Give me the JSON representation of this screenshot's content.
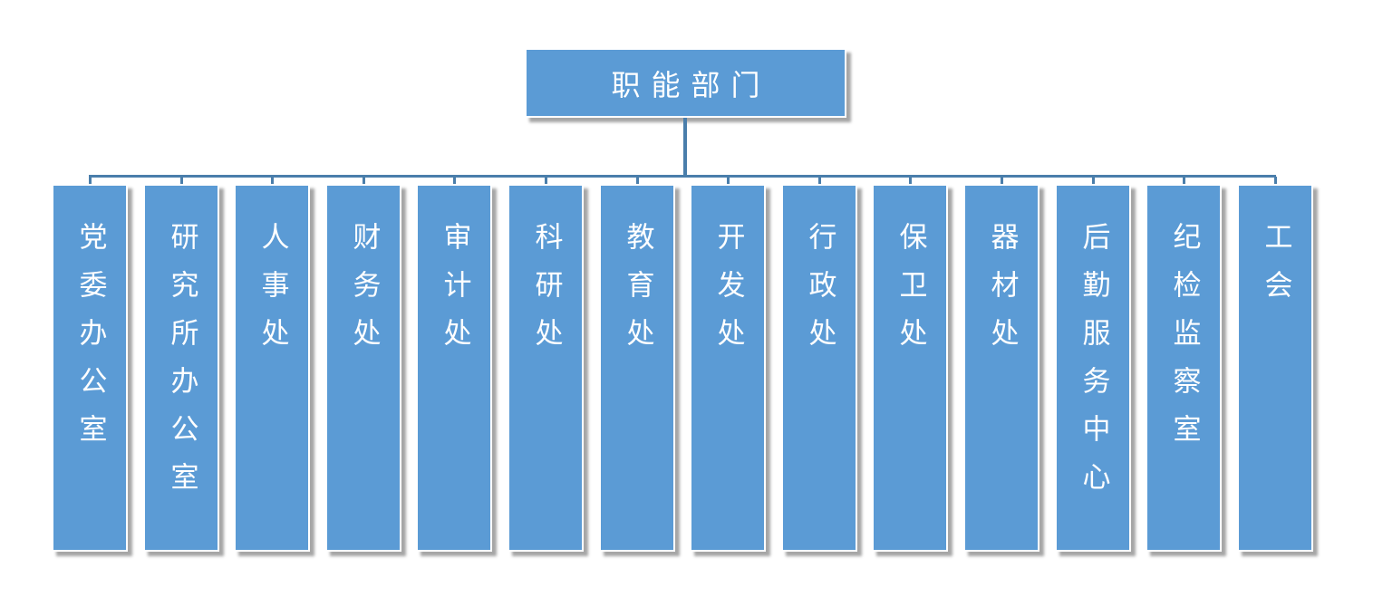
{
  "root": {
    "label": "职能部门"
  },
  "departments": [
    {
      "label": "党委办公室"
    },
    {
      "label": "研究所办公室"
    },
    {
      "label": "人事处"
    },
    {
      "label": "财务处"
    },
    {
      "label": "审计处"
    },
    {
      "label": "科研处"
    },
    {
      "label": "教育处"
    },
    {
      "label": "开发处"
    },
    {
      "label": "行政处"
    },
    {
      "label": "保卫处"
    },
    {
      "label": "器材处"
    },
    {
      "label": "后勤服务中心"
    },
    {
      "label": "纪检监察室"
    },
    {
      "label": "工会"
    }
  ],
  "colors": {
    "box": "#5b9bd5",
    "connector": "#4a7eab",
    "text": "#ffffff"
  }
}
